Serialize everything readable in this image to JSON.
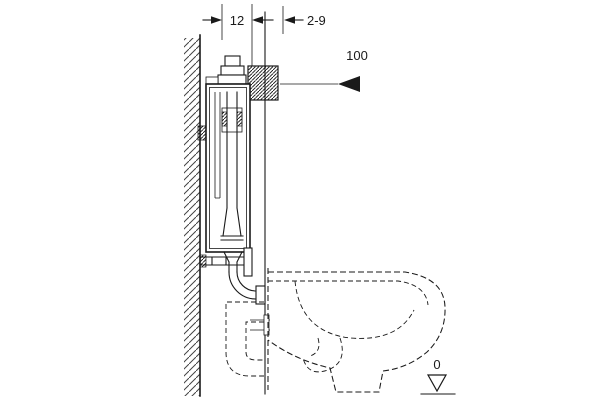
{
  "diagram": {
    "labels": {
      "frame_depth": "12",
      "wall_cover_range": "2-9",
      "flush_height": "100",
      "floor_datum": "0"
    },
    "icons": {
      "flush_height_marker": "filled-left-triangle",
      "floor_datum_marker": "open-down-triangle"
    },
    "colors": {
      "line": "#1a1a1a",
      "background": "#ffffff"
    }
  }
}
